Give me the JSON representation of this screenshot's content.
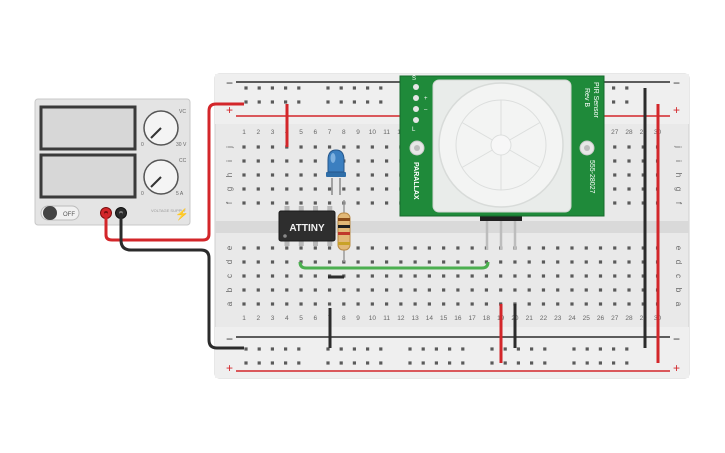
{
  "power_supply": {
    "off_label": "OFF",
    "volt_label": "VC",
    "amp_label": "CC",
    "volt_max": "30 V",
    "amp_max": "5 A",
    "zero_top": "0",
    "zero_bottom": "0",
    "brand": "VOLTAGE SUPPLY"
  },
  "breadboard": {
    "rail_minus": "−",
    "rail_plus": "+",
    "row_letters_top": [
      "j",
      "i",
      "h",
      "g",
      "f"
    ],
    "row_letters_bottom": [
      "e",
      "d",
      "c",
      "b",
      "a"
    ],
    "column_numbers": [
      "1",
      "2",
      "3",
      "4",
      "5",
      "6",
      "7",
      "8",
      "9",
      "10",
      "11",
      "12",
      "13",
      "14",
      "15",
      "16",
      "17",
      "18",
      "19",
      "20",
      "21",
      "22",
      "23",
      "24",
      "25",
      "26",
      "27",
      "28",
      "29",
      "30"
    ]
  },
  "chip": {
    "label": "ATTINY"
  },
  "pir": {
    "pins": [
      "S",
      "+",
      "–"
    ],
    "pin_dot_label": "L",
    "title": "PIR Sensor",
    "rev": "Rev B",
    "part": "555-28027",
    "brand": "PARALLAX"
  },
  "colors": {
    "wire_red": "#d3262a",
    "wire_black": "#2b2b2b",
    "wire_green": "#4caf50",
    "pcb_green": "#1f8a3a",
    "led_blue": "#2f6ea8"
  }
}
